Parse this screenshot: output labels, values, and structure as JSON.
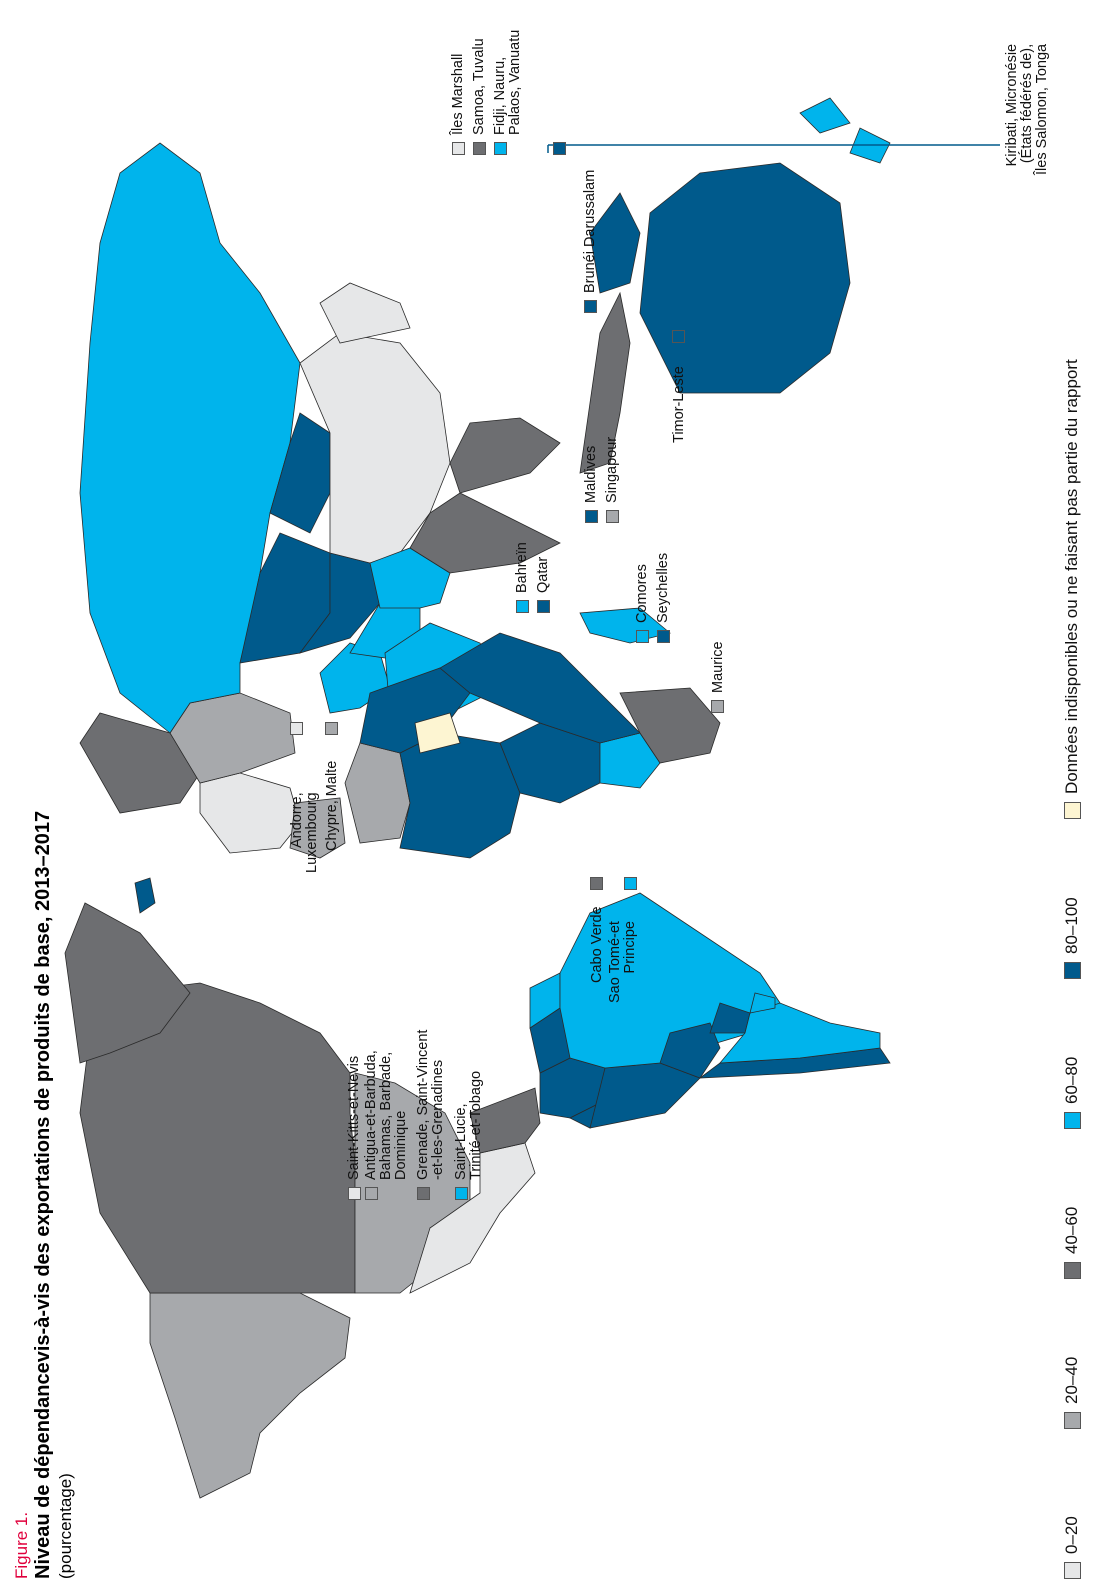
{
  "figure": {
    "label": "Figure 1.",
    "title": "Niveau de dépendancevis-à-vis des exportations de produits de base, 2013–2017",
    "subtitle": "(pourcentage)"
  },
  "colors": {
    "0-20": "#e6e7e8",
    "20-40": "#a7a9ac",
    "40-60": "#6d6e71",
    "60-80": "#00b4ec",
    "80-100": "#005a8c",
    "na": "#fdf5d2",
    "border": "#2a2a2a"
  },
  "legend": [
    {
      "key": "0-20",
      "label": "0–20"
    },
    {
      "key": "20-40",
      "label": "20–40"
    },
    {
      "key": "40-60",
      "label": "40–60"
    },
    {
      "key": "60-80",
      "label": "60–80"
    },
    {
      "key": "80-100",
      "label": "80–100"
    },
    {
      "key": "na",
      "label": "Données indisponibles ou ne faisant pas partie du rapport"
    }
  ],
  "annotations": [
    {
      "id": "saint-kitts",
      "text": "Saint-Kitts-et-Nevis",
      "cat": "0-20"
    },
    {
      "id": "antigua",
      "text": "Antigua-et-Barbuda,\nBahamas, Barbade,\nDominique",
      "cat": "20-40"
    },
    {
      "id": "grenade",
      "text": "Grenade, Saint-Vincent\n-et-les-Grenadines",
      "cat": "40-60"
    },
    {
      "id": "sainte-lucie",
      "text": "Saint-Lucie,\nTrinité-et-Tobago",
      "cat": "60-80"
    },
    {
      "id": "andorre",
      "text": "Andorre,\nLuxembourg",
      "cat": "0-20"
    },
    {
      "id": "chypre",
      "text": "Chypre, Malte",
      "cat": "20-40"
    },
    {
      "id": "cabo-verde",
      "text": "Cabo Verde",
      "cat": "40-60"
    },
    {
      "id": "sao-tome",
      "text": "Sao Tomé-et\nPrincipe",
      "cat": "60-80"
    },
    {
      "id": "bahrein",
      "text": "Bahreïn",
      "cat": "60-80"
    },
    {
      "id": "qatar",
      "text": "Qatar",
      "cat": "80-100"
    },
    {
      "id": "comores",
      "text": "Comores",
      "cat": "60-80"
    },
    {
      "id": "seychelles",
      "text": "Seychelles",
      "cat": "80-100"
    },
    {
      "id": "maurice",
      "text": "Maurice",
      "cat": "20-40"
    },
    {
      "id": "maldives",
      "text": "Maldives",
      "cat": "80-100"
    },
    {
      "id": "singapour",
      "text": "Singapour",
      "cat": "20-40"
    },
    {
      "id": "brunei",
      "text": "Brunéi Darussalam",
      "cat": "80-100"
    },
    {
      "id": "timor",
      "text": "Timor-Leste",
      "cat": "80-100"
    },
    {
      "id": "marshall",
      "text": "Îles Marshall",
      "cat": "0-20"
    },
    {
      "id": "samoa",
      "text": "Samoa, Tuvalu",
      "cat": "40-60"
    },
    {
      "id": "fidji",
      "text": "Fidji, Nauru,\nPalaos, Vanuatu",
      "cat": "60-80"
    },
    {
      "id": "kiribati",
      "text": "Kiribati, Micronésie\n(États fédérés de),\nÎles Salomon, Tonga",
      "cat": "80-100"
    }
  ],
  "regions": [
    {
      "name": "alaska",
      "cat": "20-40"
    },
    {
      "name": "canada",
      "cat": "40-60"
    },
    {
      "name": "greenland",
      "cat": "40-60"
    },
    {
      "name": "usa",
      "cat": "20-40"
    },
    {
      "name": "mexico",
      "cat": "0-20"
    },
    {
      "name": "central-america",
      "cat": "40-60"
    },
    {
      "name": "colombia",
      "cat": "80-100"
    },
    {
      "name": "venezuela",
      "cat": "80-100"
    },
    {
      "name": "guianas",
      "cat": "60-80"
    },
    {
      "name": "ecuador",
      "cat": "80-100"
    },
    {
      "name": "peru",
      "cat": "80-100"
    },
    {
      "name": "brazil",
      "cat": "60-80"
    },
    {
      "name": "bolivia",
      "cat": "80-100"
    },
    {
      "name": "paraguay",
      "cat": "80-100"
    },
    {
      "name": "chile",
      "cat": "80-100"
    },
    {
      "name": "argentina",
      "cat": "60-80"
    },
    {
      "name": "uruguay",
      "cat": "60-80"
    },
    {
      "name": "iceland",
      "cat": "80-100"
    },
    {
      "name": "western-europe",
      "cat": "0-20"
    },
    {
      "name": "iberia",
      "cat": "20-40"
    },
    {
      "name": "scandinavia",
      "cat": "40-60"
    },
    {
      "name": "eastern-europe",
      "cat": "20-40"
    },
    {
      "name": "russia",
      "cat": "60-80"
    },
    {
      "name": "kazakhstan",
      "cat": "80-100"
    },
    {
      "name": "central-asia",
      "cat": "80-100"
    },
    {
      "name": "mongolia",
      "cat": "80-100"
    },
    {
      "name": "china",
      "cat": "0-20"
    },
    {
      "name": "middle-east",
      "cat": "60-80"
    },
    {
      "name": "iran",
      "cat": "60-80"
    },
    {
      "name": "arabia",
      "cat": "60-80"
    },
    {
      "name": "afghanistan-pakistan",
      "cat": "60-80"
    },
    {
      "name": "india",
      "cat": "40-60"
    },
    {
      "name": "southeast-asia",
      "cat": "40-60"
    },
    {
      "name": "japan-korea",
      "cat": "0-20"
    },
    {
      "name": "indonesia",
      "cat": "40-60"
    },
    {
      "name": "papua",
      "cat": "80-100"
    },
    {
      "name": "australia",
      "cat": "80-100"
    },
    {
      "name": "new-zealand",
      "cat": "60-80"
    },
    {
      "name": "maghreb",
      "cat": "20-40"
    },
    {
      "name": "west-africa",
      "cat": "80-100"
    },
    {
      "name": "north-east-africa",
      "cat": "80-100"
    },
    {
      "name": "central-africa",
      "cat": "80-100"
    },
    {
      "name": "south-central-africa",
      "cat": "60-80"
    },
    {
      "name": "chad",
      "cat": "na"
    },
    {
      "name": "east-africa",
      "cat": "80-100"
    },
    {
      "name": "south-africa",
      "cat": "40-60"
    },
    {
      "name": "madagascar",
      "cat": "60-80"
    }
  ]
}
